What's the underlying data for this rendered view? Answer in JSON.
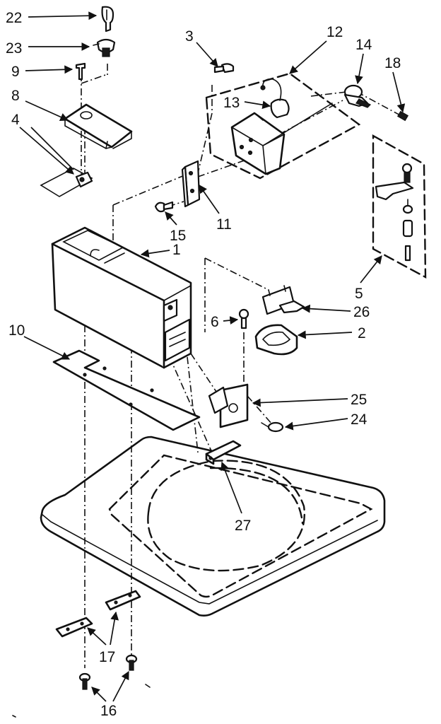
{
  "callouts": [
    {
      "id": "22",
      "label": "22"
    },
    {
      "id": "23",
      "label": "23"
    },
    {
      "id": "9",
      "label": "9"
    },
    {
      "id": "8",
      "label": "8"
    },
    {
      "id": "4",
      "label": "4"
    },
    {
      "id": "3",
      "label": "3"
    },
    {
      "id": "12",
      "label": "12"
    },
    {
      "id": "14",
      "label": "14"
    },
    {
      "id": "18",
      "label": "18"
    },
    {
      "id": "13",
      "label": "13"
    },
    {
      "id": "11",
      "label": "11"
    },
    {
      "id": "15",
      "label": "15"
    },
    {
      "id": "1",
      "label": "1"
    },
    {
      "id": "5",
      "label": "5"
    },
    {
      "id": "26",
      "label": "26"
    },
    {
      "id": "6",
      "label": "6"
    },
    {
      "id": "2",
      "label": "2"
    },
    {
      "id": "10",
      "label": "10"
    },
    {
      "id": "25",
      "label": "25"
    },
    {
      "id": "24",
      "label": "24"
    },
    {
      "id": "27",
      "label": "27"
    },
    {
      "id": "17",
      "label": "17"
    },
    {
      "id": "16",
      "label": "16"
    }
  ]
}
